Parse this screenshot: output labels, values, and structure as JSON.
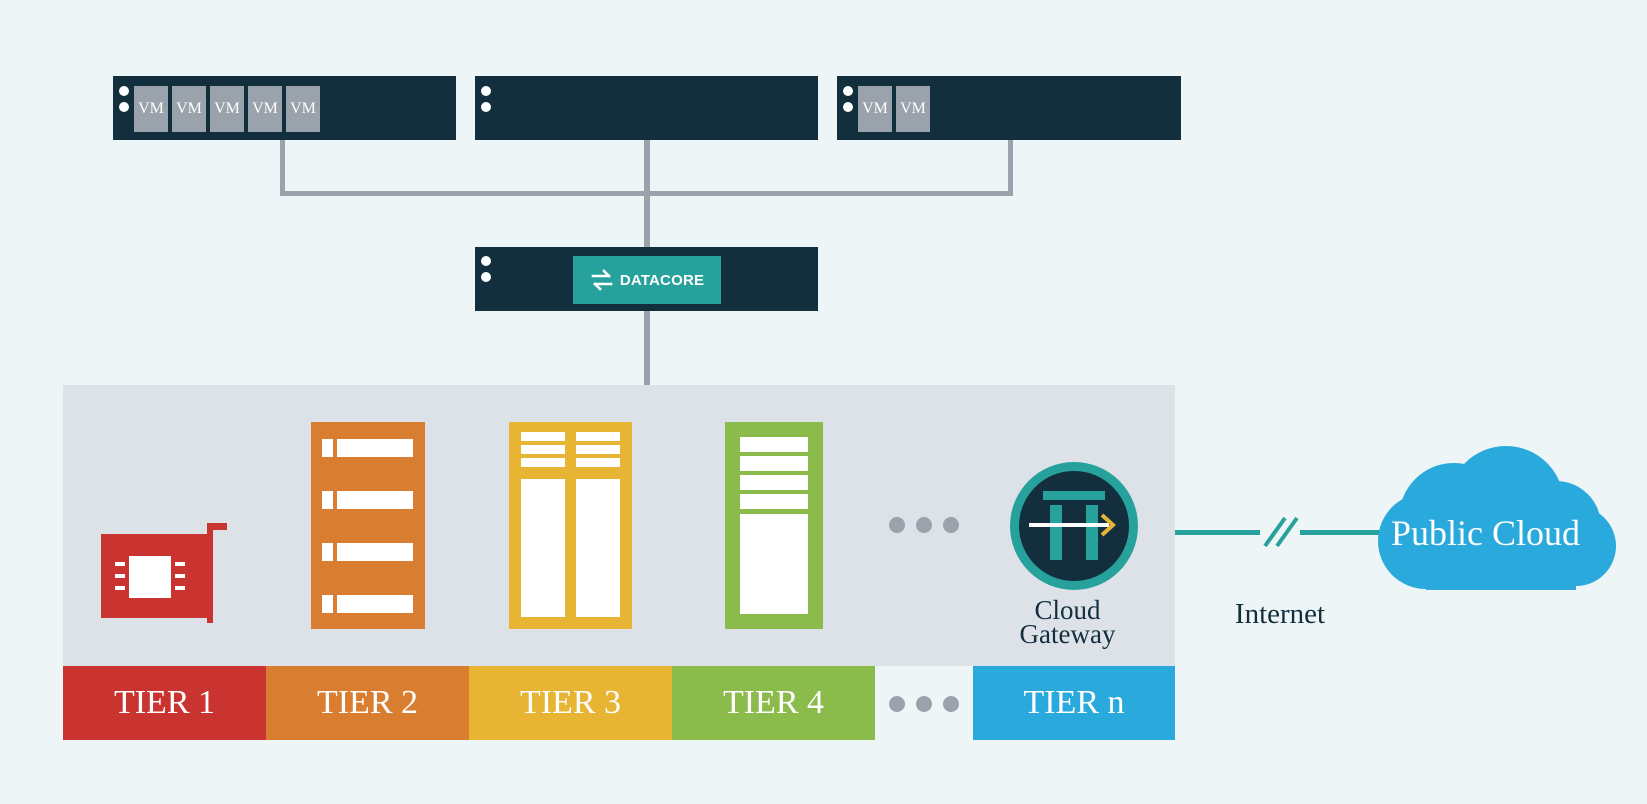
{
  "colors": {
    "background": "#eef5f7",
    "server": "#132e3d",
    "vm": "#9aa3ab",
    "connector": "#9aa3ab",
    "datacore": "#27a19c",
    "panel": "#dde2e8",
    "tier1": "#c93431",
    "tier2": "#d97e30",
    "tier3": "#e7b533",
    "tier4": "#8bbc4b",
    "tiern": "#2aa9dc",
    "internet_line": "#27a19c"
  },
  "servers": {
    "left": {
      "vms": [
        "VM",
        "VM",
        "VM",
        "VM",
        "VM"
      ]
    },
    "center": {
      "vms": []
    },
    "right": {
      "vms": [
        "VM",
        "VM"
      ]
    }
  },
  "datacore": {
    "label": "DATACORE",
    "icon": "swap-arrows-icon"
  },
  "tiers": [
    {
      "label": "TIER 1",
      "icon": "chip-card-icon"
    },
    {
      "label": "TIER 2",
      "icon": "server-rack-icon"
    },
    {
      "label": "TIER 3",
      "icon": "storage-array-icon"
    },
    {
      "label": "TIER 4",
      "icon": "storage-tower-icon"
    },
    {
      "label": "TIER n",
      "icon": "cloud-gateway-icon"
    }
  ],
  "cloud_gateway": {
    "line1": "Cloud",
    "line2": "Gateway"
  },
  "internet": {
    "label": "Internet"
  },
  "public_cloud": {
    "label": "Public Cloud"
  }
}
